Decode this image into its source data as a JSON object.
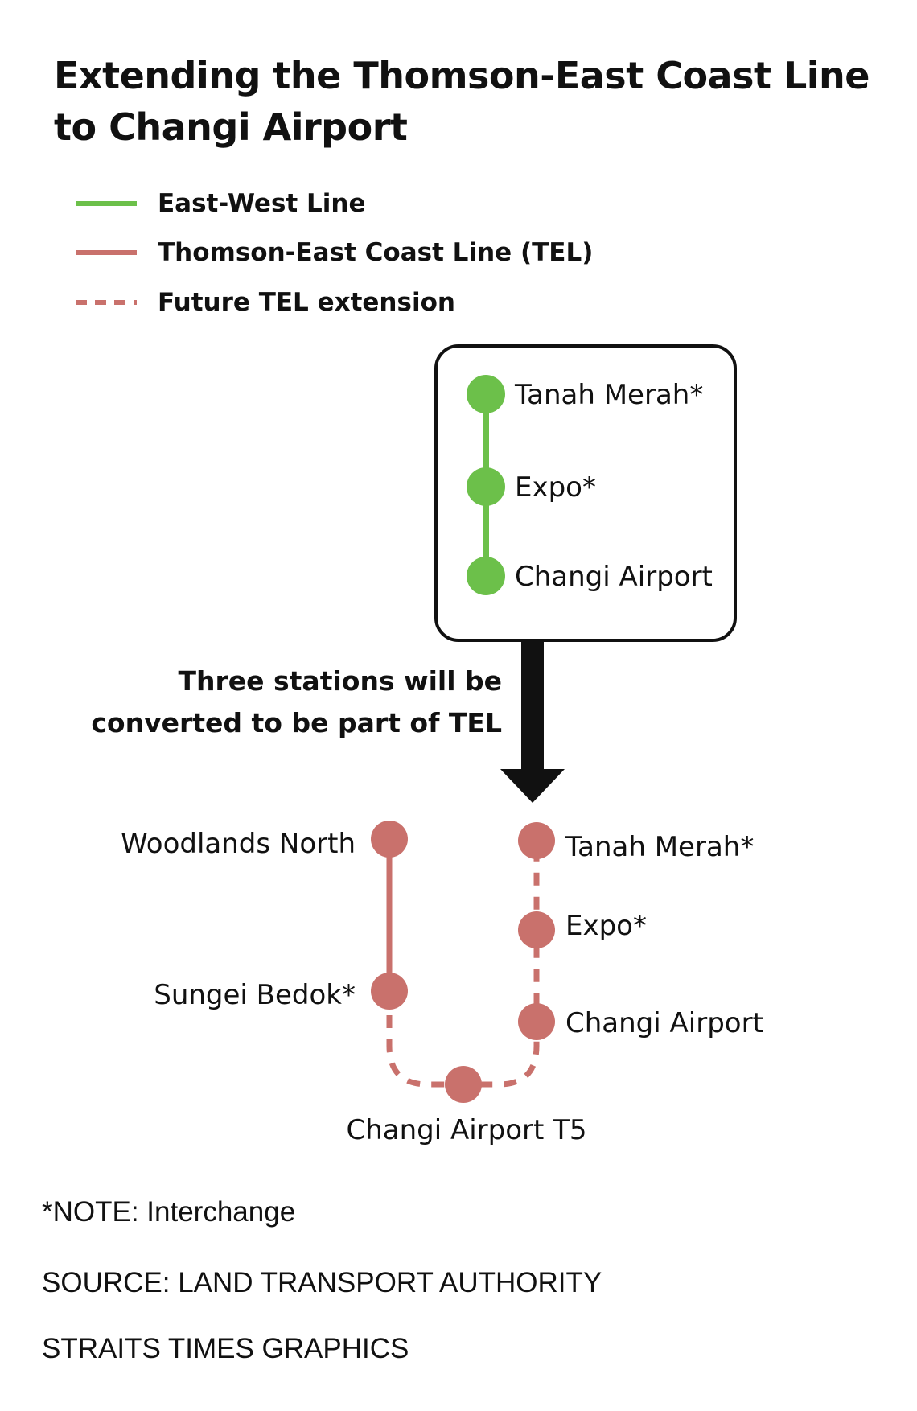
{
  "title": {
    "line1": "Extending the Thomson-East Coast Line",
    "line2": "to Changi Airport"
  },
  "legend": [
    {
      "label": "East-West Line",
      "style": "solid",
      "color": "#6cc04a"
    },
    {
      "label": "Thomson-East Coast Line (TEL)",
      "style": "solid",
      "color": "#c9716c"
    },
    {
      "label": "Future TEL extension",
      "style": "dashed",
      "color": "#c9716c"
    }
  ],
  "ew_box": {
    "stations": [
      "Tanah Merah*",
      "Expo*",
      "Changi Airport"
    ],
    "color": "#6cc04a"
  },
  "arrow_caption": {
    "line1": "Three stations will be",
    "line2": "converted to be part of TEL"
  },
  "tel": {
    "color": "#c9716c",
    "existing": [
      "Woodlands North",
      "Sungei Bedok*"
    ],
    "extension": [
      "Changi Airport T5",
      "Changi Airport",
      "Expo*",
      "Tanah Merah*"
    ]
  },
  "footer": {
    "note": "*NOTE: Interchange",
    "source": "SOURCE: LAND TRANSPORT AUTHORITY",
    "credit": "STRAITS TIMES GRAPHICS"
  }
}
